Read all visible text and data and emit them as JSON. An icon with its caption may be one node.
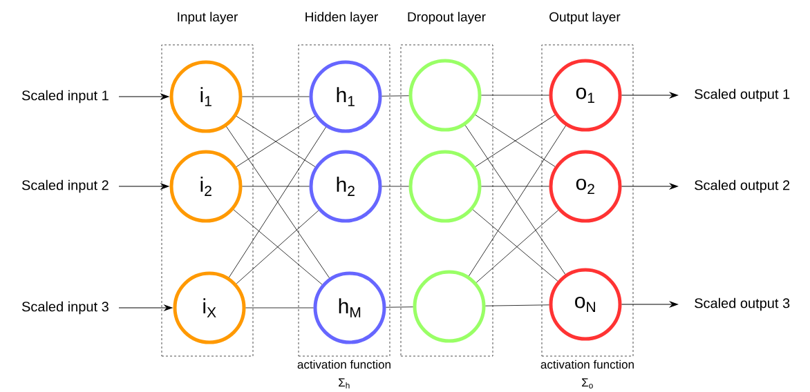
{
  "diagram": {
    "nodes": [
      {
        "text": [
          "Input layer"
        ]
      },
      {
        "text": [
          "Hidden layer"
        ],
        "beside": [
          "activation function",
          "Σ$_{h}$"
        ]
      },
      {
        "text": [
          "Dropout layer"
        ]
      },
      {
        "text": [
          "Output layer"
        ],
        "beside": [
          "activation function",
          "Σ$_{o}$"
        ]
      },
      {
        "text": [
          "i$_{1}$"
        ],
        "in": 0
      },
      {
        "text": [
          "i$_{2}$"
        ],
        "in": 0
      },
      {
        "text": [
          "i$_{X}$"
        ],
        "in": 0
      },
      {
        "text": [
          "h$_{1}$"
        ],
        "in": 1
      },
      {
        "text": [
          "h$_{2}$"
        ],
        "in": 1
      },
      {
        "text": [
          "h$_{M}$"
        ],
        "in": 1
      },
      {
        "text": [],
        "shape": "circle",
        "in": 2
      },
      {
        "text": [],
        "shape": "circle",
        "in": 2
      },
      {
        "text": [],
        "shape": "circle",
        "in": 2
      },
      {
        "text": [
          "o$_{1}$"
        ],
        "in": 3
      },
      {
        "text": [
          "o$_{2}$"
        ],
        "in": 3
      },
      {
        "text": [
          "o$_{N}$"
        ],
        "in": 3
      },
      {
        "text": [
          "Scaled input 1"
        ]
      },
      {
        "text": [
          "Scaled input 2"
        ]
      },
      {
        "text": [
          "Scaled input 3"
        ]
      },
      {
        "text": [
          "Scaled output 1"
        ]
      },
      {
        "text": [
          "Scaled output 2"
        ]
      },
      {
        "text": [
          "Scaled output 3"
        ]
      }
    ],
    "edges": [
      {
        "from": 16,
        "to": 4,
        "arrow": "to"
      },
      {
        "from": 17,
        "to": 5,
        "arrow": "to"
      },
      {
        "from": 18,
        "to": 6,
        "arrow": "to"
      },
      {
        "from": 4,
        "to": 7,
        "arrow": "none"
      },
      {
        "from": 4,
        "to": 8,
        "arrow": "none"
      },
      {
        "from": 4,
        "to": 9,
        "arrow": "none"
      },
      {
        "from": 5,
        "to": 7,
        "arrow": "none"
      },
      {
        "from": 5,
        "to": 8,
        "arrow": "none"
      },
      {
        "from": 5,
        "to": 9,
        "arrow": "none"
      },
      {
        "from": 6,
        "to": 7,
        "arrow": "none"
      },
      {
        "from": 6,
        "to": 8,
        "arrow": "none"
      },
      {
        "from": 6,
        "to": 9,
        "arrow": "none"
      },
      {
        "from": 7,
        "to": 10,
        "arrow": "none"
      },
      {
        "from": 8,
        "to": 11,
        "arrow": "none"
      },
      {
        "from": 9,
        "to": 12,
        "arrow": "none"
      },
      {
        "from": 10,
        "to": 13,
        "arrow": "none"
      },
      {
        "from": 10,
        "to": 14,
        "arrow": "none"
      },
      {
        "from": 10,
        "to": 15,
        "arrow": "none"
      },
      {
        "from": 11,
        "to": 13,
        "arrow": "none"
      },
      {
        "from": 11,
        "to": 14,
        "arrow": "none"
      },
      {
        "from": 11,
        "to": 15,
        "arrow": "none"
      },
      {
        "from": 12,
        "to": 13,
        "arrow": "none"
      },
      {
        "from": 12,
        "to": 14,
        "arrow": "none"
      },
      {
        "from": 12,
        "to": 15,
        "arrow": "none"
      },
      {
        "from": 13,
        "to": 19,
        "arrow": "to"
      },
      {
        "from": 14,
        "to": 20,
        "arrow": "to"
      },
      {
        "from": 15,
        "to": 21,
        "arrow": "to"
      }
    ]
  }
}
